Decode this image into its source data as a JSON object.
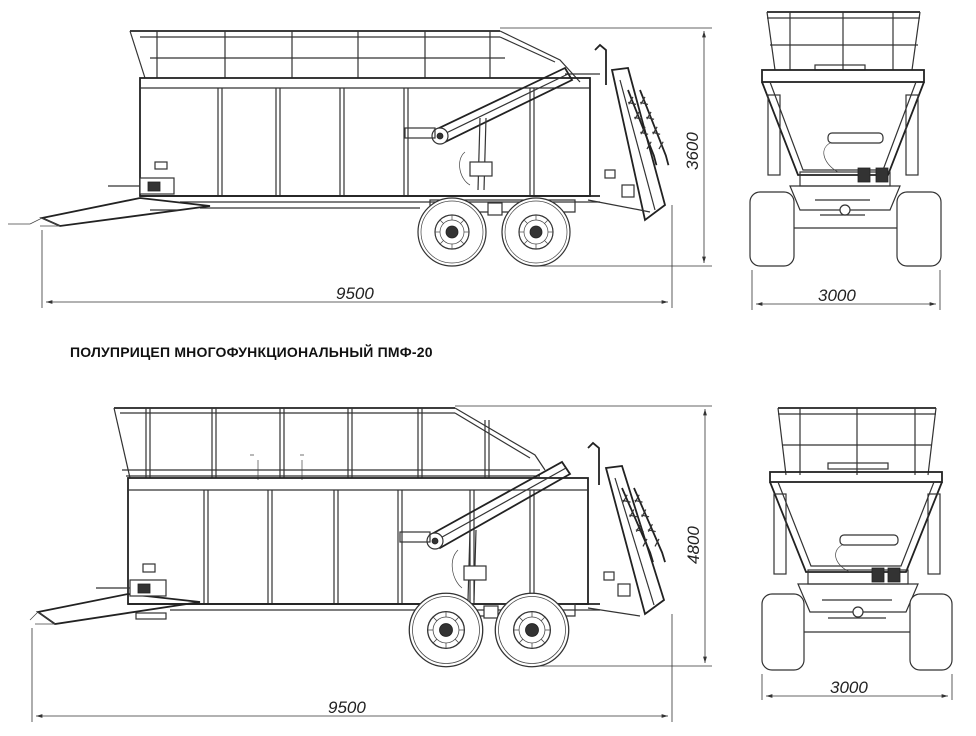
{
  "caption": "ПОЛУПРИЦЕП МНОГОФУНКЦИОНАЛЬНЫЙ ПМФ-20",
  "views": {
    "top_side": {
      "length": "9500",
      "height": "3600"
    },
    "top_rear": {
      "width": "3000"
    },
    "bottom_side": {
      "length": "9500",
      "height": "4800"
    },
    "bottom_rear": {
      "width": "3000"
    }
  },
  "colors": {
    "line": "#333333",
    "background": "#ffffff"
  }
}
